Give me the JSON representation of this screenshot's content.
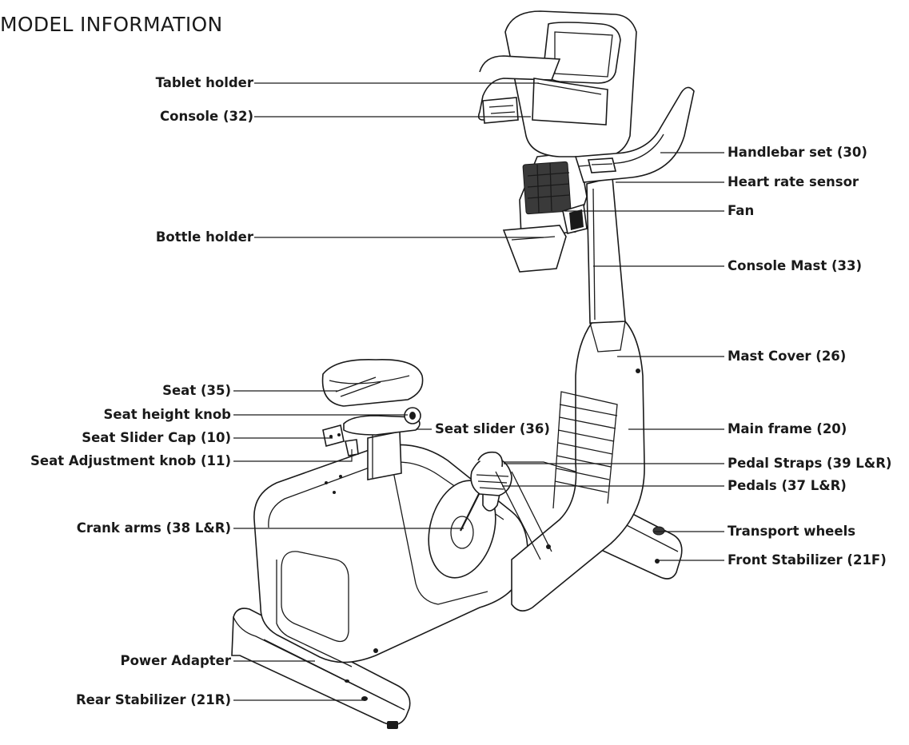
{
  "title": "MODEL INFORMATION",
  "labels": {
    "tablet_holder": "Tablet holder",
    "console": "Console (32)",
    "bottle_holder": "Bottle holder",
    "seat": "Seat (35)",
    "seat_height_knob": "Seat height knob",
    "seat_slider_cap": "Seat Slider Cap (10)",
    "seat_adjustment_knob": "Seat Adjustment knob (11)",
    "seat_slider": "Seat slider (36)",
    "crank_arms": "Crank arms (38 L&R)",
    "power_adapter": "Power Adapter",
    "rear_stabilizer": "Rear Stabilizer (21R)",
    "handlebar_set": "Handlebar set (30)",
    "heart_rate_sensor": "Heart rate sensor",
    "fan": "Fan",
    "console_mast": "Console Mast (33)",
    "mast_cover": "Mast Cover (26)",
    "main_frame": "Main frame (20)",
    "pedal_straps": "Pedal Straps (39 L&R)",
    "pedals": "Pedals (37 L&R)",
    "transport_wheels": "Transport wheels",
    "front_stabilizer": "Front Stabilizer (21F)"
  }
}
